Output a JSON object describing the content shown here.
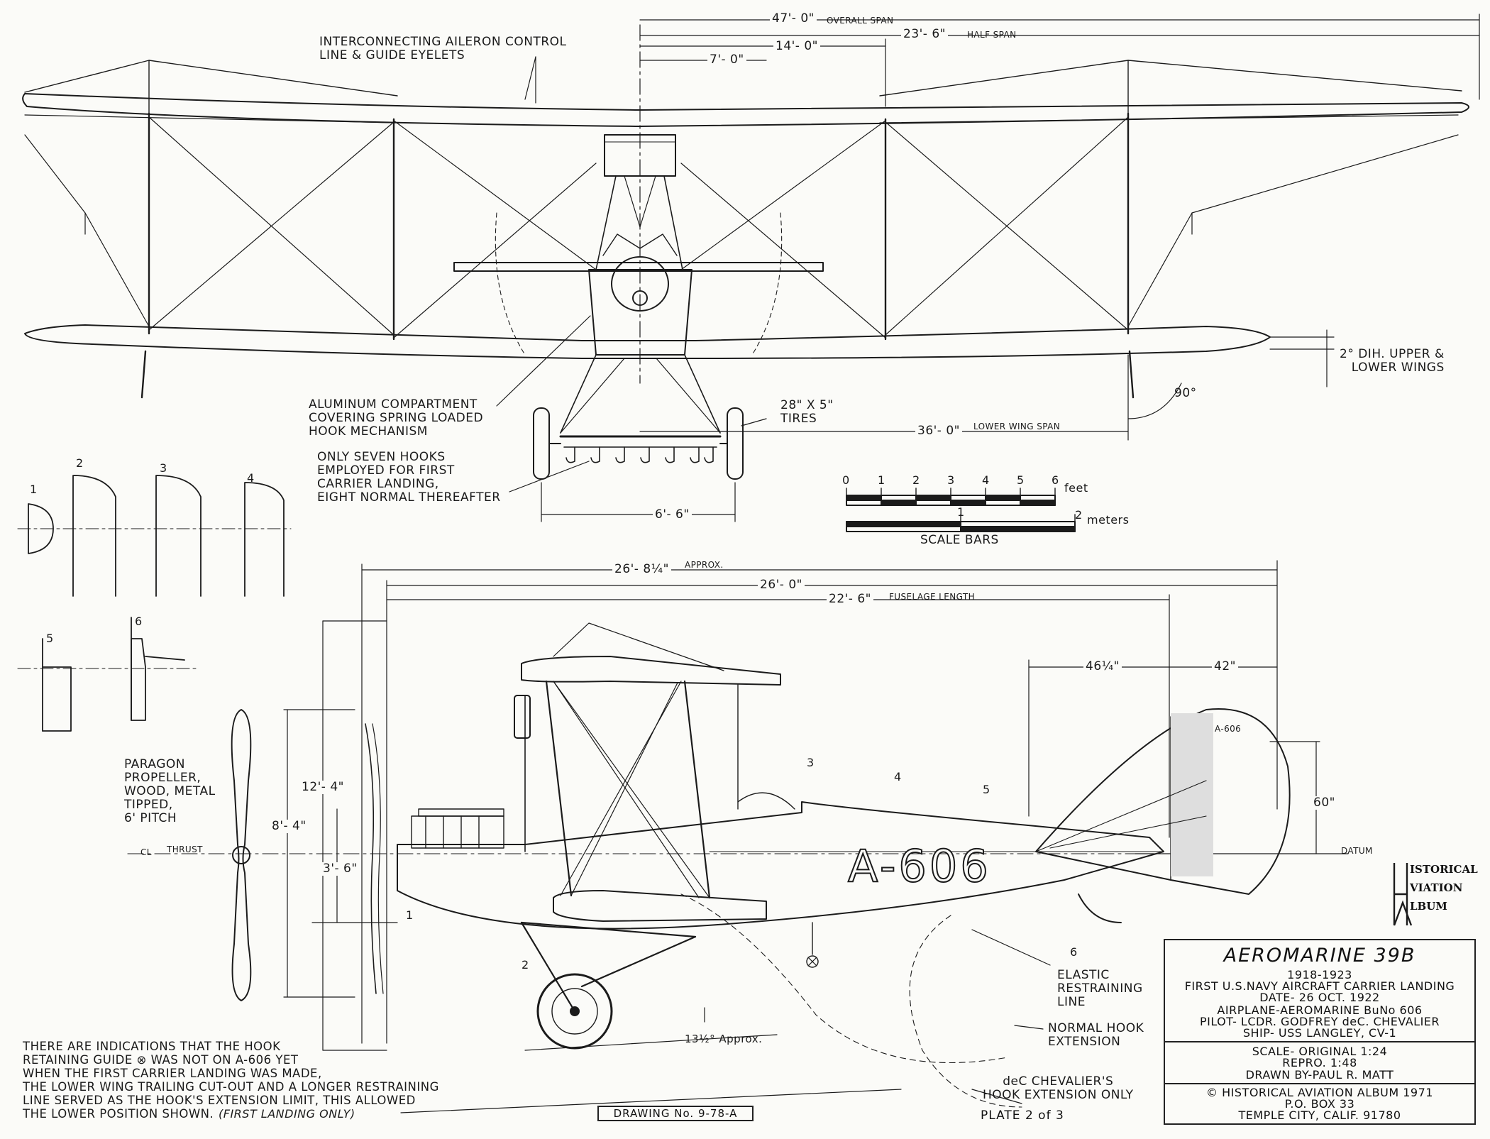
{
  "front_view": {
    "callout_aileron": "INTERCONNECTING AILERON CONTROL\nLINE & GUIDE EYELETS",
    "dim_overall": "47'- 0\"",
    "dim_overall_note": "OVERALL SPAN",
    "dim_half": "23'- 6\"",
    "dim_half_note": "HALF SPAN",
    "dim_14": "14'- 0\"",
    "dim_7": "7'- 0\"",
    "dihedral_note": "2° DIH. UPPER &\nLOWER WINGS",
    "angle_90": "90°",
    "dim_lower": "36'- 0\"",
    "dim_lower_note": "LOWER WING SPAN",
    "callout_compartment": "ALUMINUM COMPARTMENT\nCOVERING SPRING LOADED\nHOOK MECHANISM",
    "callout_tires": "28\" X 5\"\nTIRES",
    "callout_hooks": "ONLY SEVEN HOOKS\nEMPLOYED FOR FIRST\nCARRIER LANDING,\nEIGHT NORMAL THEREAFTER",
    "dim_track": "6'- 6\""
  },
  "scale_bars": {
    "feet_ticks": [
      "0",
      "1",
      "2",
      "3",
      "4",
      "5",
      "6"
    ],
    "feet_unit": "feet",
    "meter_ticks": [
      "1",
      "2"
    ],
    "meter_unit": "meters",
    "caption": "SCALE BARS"
  },
  "sections": {
    "labels": [
      "1",
      "2",
      "3",
      "4",
      "5",
      "6"
    ]
  },
  "side_view": {
    "dim_overall": "26'- 8¼\"",
    "dim_overall_note": "APPROX.",
    "dim_26": "26'- 0\"",
    "dim_fuselage": "22'- 6\"",
    "dim_fuselage_note": "FUSELAGE LENGTH",
    "dim_46": "46¼\"",
    "dim_42": "42\"",
    "dim_60": "60\"",
    "datum": "DATUM",
    "tail_code": "A-606",
    "fuselage_code": "A-606",
    "dim_12_4": "12'- 4\"",
    "dim_8_4": "8'- 4\"",
    "dim_3_6": "3'- 6\"",
    "thrust": "THRUST",
    "centerline": "CL",
    "propeller_note": "PARAGON\nPROPELLER,\nWOOD, METAL\nTIPPED,\n6' PITCH",
    "station_labels": [
      "1",
      "2",
      "3",
      "4",
      "5",
      "6"
    ],
    "angle_note": "13½° Approx.",
    "callout_elastic": "ELASTIC\nRESTRAINING\nLINE",
    "callout_normal_hook": "NORMAL HOOK\nEXTENSION",
    "callout_chevalier": "deC CHEVALIER'S\nHOOK EXTENSION ONLY",
    "note_bottom": "THERE ARE INDICATIONS THAT THE HOOK\nRETAINING GUIDE ⊗ WAS NOT ON A-606 YET\nWHEN THE FIRST CARRIER LANDING WAS MADE,\nTHE LOWER WING TRAILING CUT-OUT AND A LONGER RESTRAINING\nLINE SERVED AS THE HOOK'S EXTENSION LIMIT, THIS ALLOWED\nTHE LOWER POSITION SHOWN.",
    "note_bottom_italic": "(FIRST LANDING ONLY)"
  },
  "title_block": {
    "title": "AEROMARINE 39B",
    "years": "1918-1923",
    "line1": "FIRST U.S.NAVY AIRCRAFT CARRIER LANDING",
    "line2": "DATE- 26 OCT. 1922",
    "line3": "AIRPLANE-AEROMARINE BuNo 606",
    "line4": "PILOT- LCDR. GODFREY deC. CHEVALIER",
    "line5": "SHIP- USS LANGLEY, CV-1",
    "scale_original": "SCALE- ORIGINAL   1:24",
    "scale_repro": "REPRO.   1:48",
    "drawn_by": "DRAWN BY-PAUL R. MATT",
    "copyright": "© HISTORICAL AVIATION ALBUM 1971",
    "box": "P.O. BOX 33",
    "city": "TEMPLE CITY, CALIF. 91780"
  },
  "logo": {
    "line1": "ISTORICAL",
    "line2": "VIATION",
    "line3": "LBUM",
    "initials": "HAA"
  },
  "footer": {
    "drawing_no": "DRAWING No. 9-78-A",
    "plate": "PLATE  2 of 3"
  }
}
